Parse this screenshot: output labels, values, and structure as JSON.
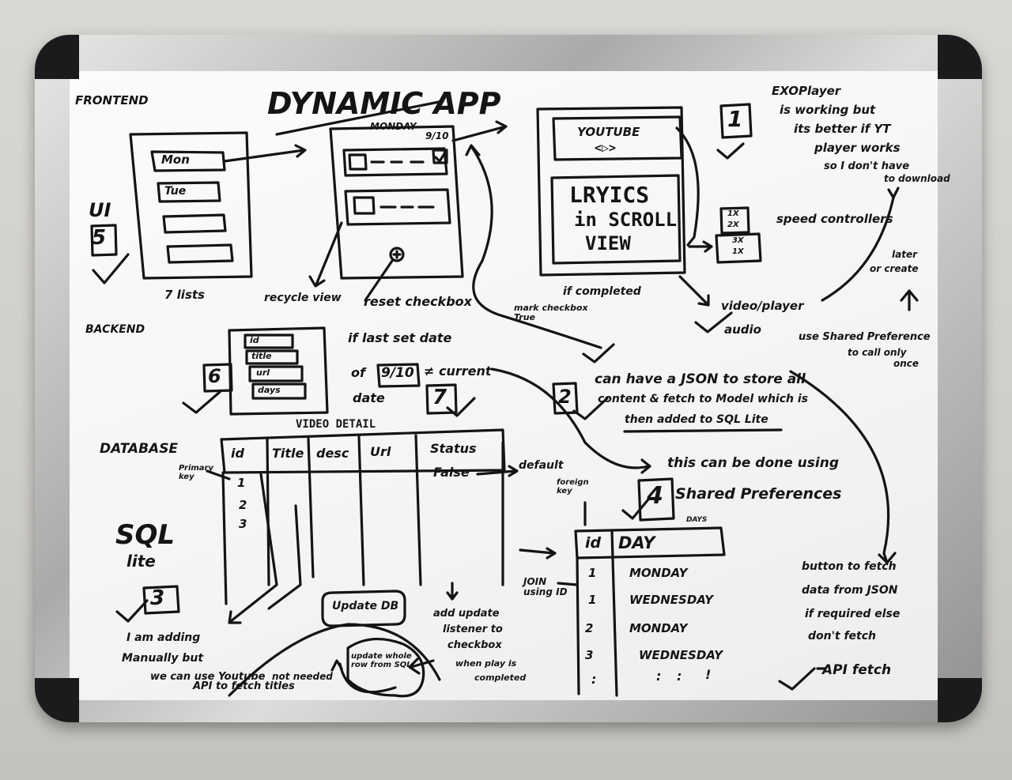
{
  "board": {
    "title": "DYNAMIC APP",
    "frontend_label": "FRONTEND",
    "backend_label": "BACKEND",
    "database_label": "DATABASE",
    "ui_label": "UI",
    "sql_label": "SQL",
    "lite_label": "lite"
  },
  "days_list": {
    "mon": "Mon",
    "tue": "Tue",
    "note": "7 lists"
  },
  "monday_screen": {
    "title": "MONDAY",
    "date": "9/10",
    "recycle_note": "recycle view"
  },
  "reset_note": {
    "line1": "reset checkbox",
    "line2": "if last set date",
    "line3_a": "of",
    "line3_date": "9/10",
    "line3_b": "≠ current",
    "line4": "date"
  },
  "player": {
    "youtube": "YOUTUBE",
    "play_symbol": "<▷>",
    "lyrics1": "LRYICS",
    "lyrics2": "in SCROLL",
    "lyrics3": "VIEW",
    "completed": "if completed",
    "mark_true": "mark checkbox True"
  },
  "speed": {
    "s1": "1X",
    "s2": "2X",
    "s3": "3X",
    "s4": "1X",
    "label": "speed controllers"
  },
  "exo_note": {
    "line1": "EXOPlayer",
    "line2": "is working but",
    "line3": "its better if YT",
    "line4": "player works",
    "line5": "so I don't have",
    "line6": "to download"
  },
  "video_audio": {
    "line1": "video/player",
    "line2": "audio"
  },
  "create_later": {
    "line1": "or create",
    "line2": "later"
  },
  "mini_table": {
    "r1": "id",
    "r2": "title",
    "r3": "url",
    "r4": "days"
  },
  "json_note": {
    "line1": "can have a JSON to store all",
    "line2": "content & fetch to Model which is",
    "line3": "then added to SQL Lite",
    "shared_pref": "use Shared Preference",
    "call_once_1": "to call only",
    "call_once_2": "once"
  },
  "shared_note": {
    "line1": "this can be done using",
    "line2": "Shared Preferences"
  },
  "video_table": {
    "title": "VIDEO DETAIL",
    "headers": [
      "id",
      "Title",
      "desc",
      "Url",
      "Status"
    ],
    "ids": [
      "1",
      "2",
      "3"
    ],
    "status_value": "False",
    "default_note": "default",
    "primary_key": "Primary key"
  },
  "days_table": {
    "caption": "DAYS",
    "headers": [
      "id",
      "DAY"
    ],
    "rows": [
      {
        "id": "1",
        "day": "MONDAY"
      },
      {
        "id": "1",
        "day": "WEDNESDAY"
      },
      {
        "id": "2",
        "day": "MONDAY"
      },
      {
        "id": "3",
        "day": "WEDNESDAY"
      }
    ],
    "dots": {
      "id": ":",
      "day1": ":",
      "day2": ":",
      "day3": "!"
    },
    "foreign_key": "foreign key",
    "join_note": "JOIN using ID"
  },
  "manual_note": {
    "line1": "I am adding",
    "line2": "Manually but",
    "line3": "we can use Youtube",
    "line4": "API to fetch titles"
  },
  "update_db": {
    "label": "Update DB",
    "not_needed": "not needed",
    "update_note": "update whole row from SQL",
    "add_update": "add update",
    "add_update2": "listener to",
    "add_update3": "checkbox",
    "add_update4": "when play is",
    "add_update5": "completed"
  },
  "fetch_note": {
    "line1": "button to fetch",
    "line2": "data from JSON",
    "line3": "if required else",
    "line4": "don't fetch",
    "api": "API fetch"
  },
  "steps": {
    "one": "1",
    "two": "2",
    "three": "3",
    "four": "4",
    "five": "5",
    "six": "6",
    "seven": "7"
  }
}
